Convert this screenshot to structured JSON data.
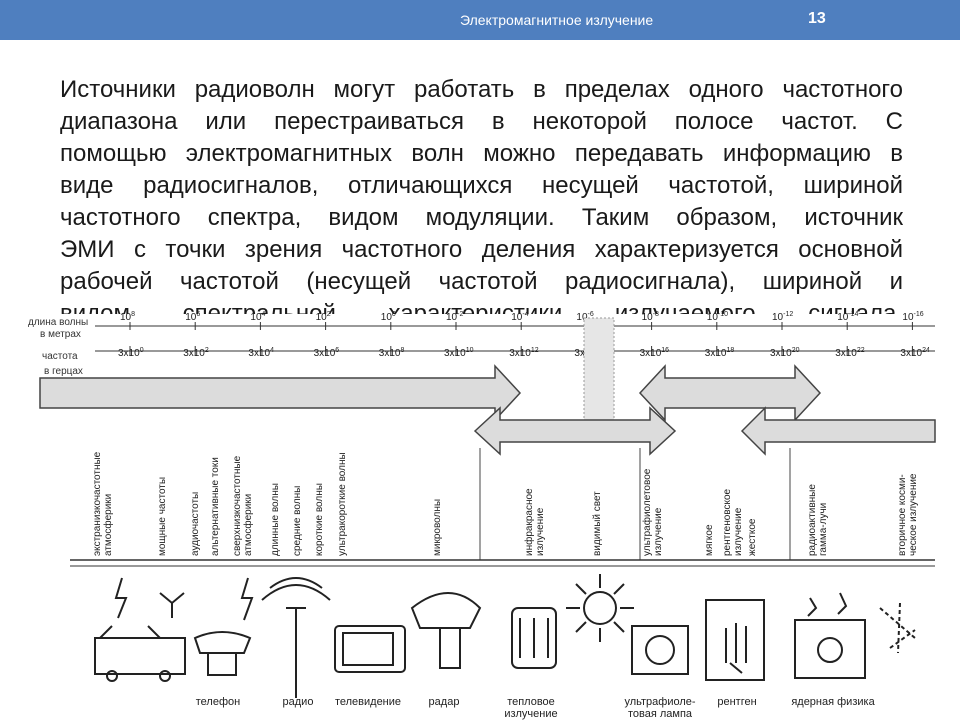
{
  "header": {
    "title": "Электромагнитное излучение",
    "page_number": "13"
  },
  "body_lines": [
    "Источники радиоволн могут работать в пределах одного частотного",
    "диапазона или перестраиваться в некоторой полосе частот. С",
    "помощью электромагнитных волн можно передавать информацию в",
    "виде радиосигналов, отличающихся несущей частотой, шириной",
    "частотного спектра, видом модуляции. Таким образом, источник",
    "ЭМИ с точки зрения частотного деления характеризуется основной",
    "рабочей частотой (несущей частотой радиосигнала), шириной и",
    "видом спектральной характеристики излучаемого сигнала."
  ],
  "diagram": {
    "axis_labels": {
      "wavelength": [
        "длина волны",
        "в метрах"
      ],
      "frequency": [
        "частота",
        "в герцах"
      ]
    },
    "wavelength_exponents": [
      "8",
      "6",
      "4",
      "2",
      "0",
      "-2",
      "-4",
      "-6",
      "-8",
      "-10",
      "-12",
      "-14",
      "-16"
    ],
    "frequency_exponents": [
      "0",
      "2",
      "4",
      "6",
      "8",
      "10",
      "12",
      "14",
      "16",
      "18",
      "20",
      "22",
      "24"
    ],
    "bands": [
      [
        "экстранизкочастотные",
        "атмосферики"
      ],
      [
        "мощные частоты"
      ],
      [
        "аудиочастоты"
      ],
      [
        "альтернативные токи"
      ],
      [
        "сверхнизкочастотные",
        "атмосферики"
      ],
      [
        "длинные волны"
      ],
      [
        "средние волны"
      ],
      [
        "короткие волны"
      ],
      [
        "ультракороткие волны"
      ],
      [
        "микроволны"
      ],
      [
        "инфракрасное",
        "излучение"
      ],
      [
        "видимый свет"
      ],
      [
        "ультрафиолетовое",
        "излучение"
      ],
      [
        "мягкое"
      ],
      [
        "рентгеновское",
        "излучение"
      ],
      [
        "жесткое"
      ],
      [
        "радиоактивные",
        "гамма-лучи"
      ],
      [
        "вторичное косми-",
        "ческое излучение"
      ]
    ],
    "devices": [
      [
        "телефон"
      ],
      [
        "радио"
      ],
      [
        "телевидение"
      ],
      [
        "радар"
      ],
      [
        "тепловое",
        "излучение"
      ],
      [
        "ультрафиоле-",
        "товая лампа"
      ],
      [
        "рентген"
      ],
      [
        "ядерная физика"
      ]
    ]
  }
}
